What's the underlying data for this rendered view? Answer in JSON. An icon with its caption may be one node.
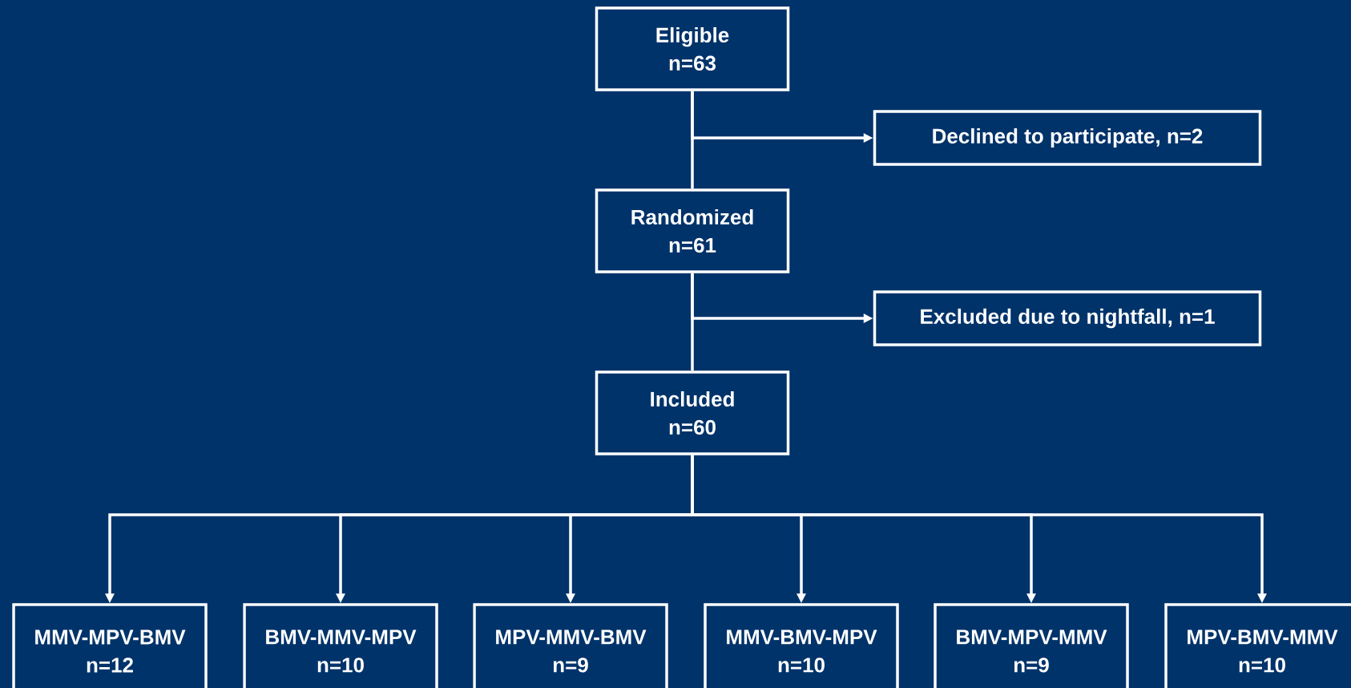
{
  "diagram": {
    "nodes": [
      {
        "text": [
          "Eligible",
          "n=63"
        ]
      },
      {
        "text": [
          "Declined to participate, n=2"
        ]
      },
      {
        "text": [
          "Randomized",
          "n=61"
        ]
      },
      {
        "text": [
          "Excluded due to nightfall, n=1"
        ]
      },
      {
        "text": [
          "Included",
          "n=60"
        ]
      },
      {
        "text": [
          "MMV-MPV-BMV",
          "n=12"
        ]
      },
      {
        "text": [
          "BMV-MMV-MPV",
          "n=10"
        ]
      },
      {
        "text": [
          "MPV-MMV-BMV",
          "n=9"
        ]
      },
      {
        "text": [
          "MMV-BMV-MPV",
          "n=10"
        ]
      },
      {
        "text": [
          "BMV-MPV-MMV",
          "n=9"
        ]
      },
      {
        "text": [
          "MPV-BMV-MMV",
          "n=10"
        ]
      }
    ],
    "edges": [
      {
        "from": 0,
        "to": 2,
        "arrow": "none"
      },
      {
        "from": 0,
        "to": 1,
        "arrow": "to"
      },
      {
        "from": 2,
        "to": 4,
        "arrow": "none"
      },
      {
        "from": 2,
        "to": 3,
        "arrow": "to"
      },
      {
        "from": 4,
        "to": 5,
        "arrow": "to"
      },
      {
        "from": 4,
        "to": 6,
        "arrow": "to"
      },
      {
        "from": 4,
        "to": 7,
        "arrow": "to"
      },
      {
        "from": 4,
        "to": 8,
        "arrow": "to"
      },
      {
        "from": 4,
        "to": 9,
        "arrow": "to"
      },
      {
        "from": 4,
        "to": 10,
        "arrow": "to"
      }
    ]
  }
}
